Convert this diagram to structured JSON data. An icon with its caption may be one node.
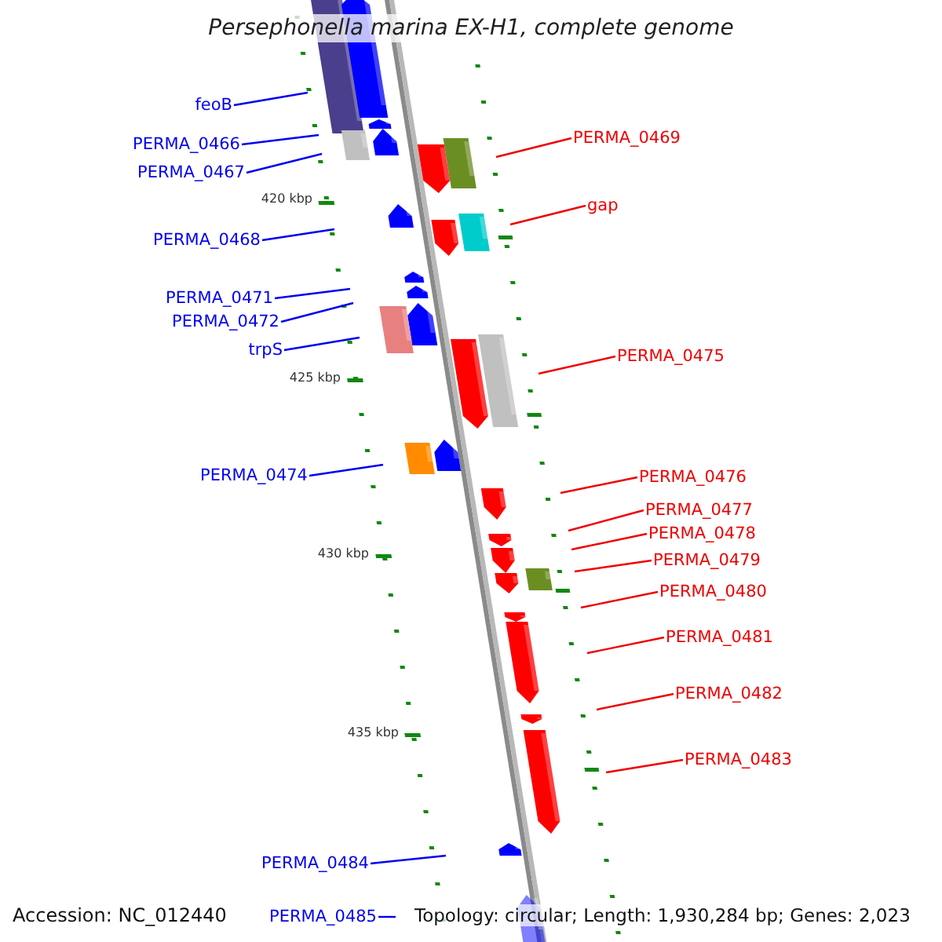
{
  "diagram": {
    "title": "Persephonella marina EX-H1, complete genome",
    "nodes": [
      {
        "text": [
          "feoB"
        ]
      },
      {
        "text": [
          "PERMA_0469"
        ]
      },
      {
        "text": [
          "PERMA_0466"
        ]
      },
      {
        "text": [
          "PERMA_0467"
        ]
      },
      {
        "text": [
          "gap"
        ]
      },
      {
        "text": [
          "PERMA_0468"
        ]
      },
      {
        "text": [
          "PERMA_0471"
        ]
      },
      {
        "text": [
          "PERMA_0472"
        ]
      },
      {
        "text": [
          "trpS"
        ]
      },
      {
        "text": [
          "PERMA_0475"
        ]
      },
      {
        "text": [
          "PERMA_0474"
        ]
      },
      {
        "text": [
          "PERMA_0476"
        ]
      },
      {
        "text": [
          "PERMA_0477"
        ]
      },
      {
        "text": [
          "PERMA_0478"
        ]
      },
      {
        "text": [
          "PERMA_0479"
        ]
      },
      {
        "text": [
          "PERMA_0480"
        ]
      },
      {
        "text": [
          "PERMA_0481"
        ]
      },
      {
        "text": [
          "PERMA_0482"
        ]
      },
      {
        "text": [
          "PERMA_0483"
        ]
      },
      {
        "text": [
          "PERMA_0484"
        ]
      },
      {
        "text": [
          "PERMA_0485"
        ]
      }
    ],
    "edges": [
      {
        "from": 0,
        "to": null,
        "arrow": "none",
        "color": "#0000ee"
      },
      {
        "from": 1,
        "to": null,
        "arrow": "none"
      },
      {
        "from": 2,
        "to": null,
        "arrow": "none",
        "color": "#0000ee"
      },
      {
        "from": 3,
        "to": null,
        "arrow": "none",
        "color": "#0000ee"
      },
      {
        "from": 4,
        "to": null,
        "arrow": "none"
      },
      {
        "from": 5,
        "to": null,
        "arrow": "none",
        "color": "#0000ee"
      },
      {
        "from": 6,
        "to": null,
        "arrow": "none",
        "color": "#0000ee"
      },
      {
        "from": 7,
        "to": null,
        "arrow": "none",
        "color": "#0000ee"
      },
      {
        "from": 8,
        "to": null,
        "arrow": "none",
        "color": "#0000ee"
      },
      {
        "from": 9,
        "to": null,
        "arrow": "none"
      },
      {
        "from": 10,
        "to": null,
        "arrow": "none",
        "color": "#0000ee"
      },
      {
        "from": 11,
        "to": null,
        "arrow": "none"
      },
      {
        "from": 12,
        "to": null,
        "arrow": "none"
      },
      {
        "from": 13,
        "to": null,
        "arrow": "none"
      },
      {
        "from": 14,
        "to": null,
        "arrow": "none"
      },
      {
        "from": 15,
        "to": null,
        "arrow": "none"
      },
      {
        "from": 16,
        "to": null,
        "arrow": "none"
      },
      {
        "from": 17,
        "to": null,
        "arrow": "none"
      },
      {
        "from": 18,
        "to": null,
        "arrow": "none"
      },
      {
        "from": 19,
        "to": null,
        "arrow": "none",
        "color": "#0000ee"
      },
      {
        "from": 20,
        "to": null,
        "arrow": "none",
        "color": "#0000ee"
      }
    ],
    "labels": [
      "420 kbp",
      "425 kbp",
      "430 kbp",
      "435 kbp",
      "Accession: NC_012440",
      "Topology: circular; Length: 1,930,284 bp; Genes: 2,023"
    ]
  }
}
